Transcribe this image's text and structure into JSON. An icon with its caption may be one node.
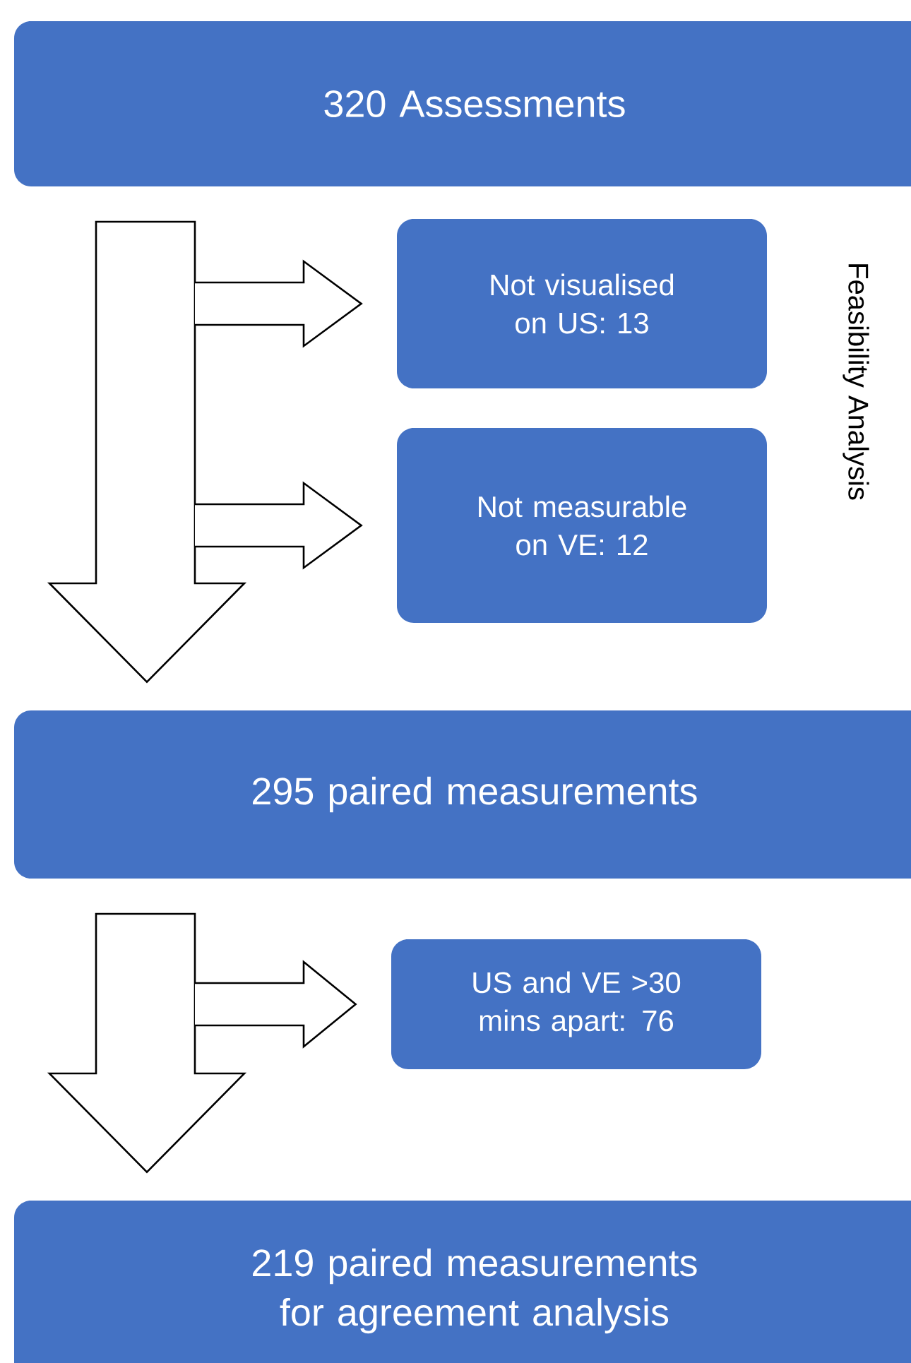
{
  "diagram": {
    "nodes": [
      {
        "text": [
          "320 Assessments"
        ]
      },
      {
        "text": [
          "Not visualised on US: 13"
        ]
      },
      {
        "text": [
          "Not measurable on VE: 12"
        ]
      },
      {
        "text": [
          "295 paired measurements"
        ]
      },
      {
        "text": [
          "US and VE >30 mins apart: 76"
        ]
      },
      {
        "text": [
          "219 paired measurements for agreement analysis"
        ]
      }
    ],
    "edges": [
      {
        "from": 0,
        "to": 3,
        "arrow": "to"
      },
      {
        "from": 0,
        "to": 1,
        "arrow": "to"
      },
      {
        "from": 0,
        "to": 2,
        "arrow": "to"
      },
      {
        "from": 3,
        "to": 5,
        "arrow": "to"
      },
      {
        "from": 3,
        "to": 4,
        "arrow": "to"
      }
    ],
    "labels": [
      "Feasibility Analysis"
    ]
  }
}
